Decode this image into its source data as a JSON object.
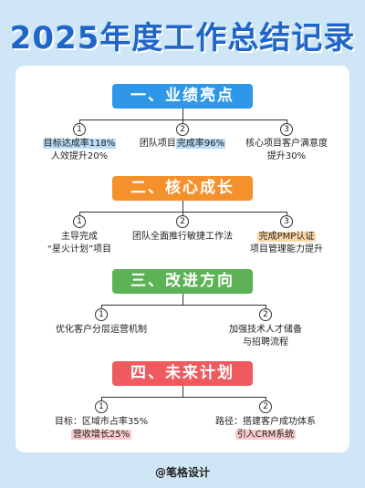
{
  "page_title": "2025年度工作总结记录",
  "sections": [
    {
      "title": "一、业绩亮点",
      "color": "#2e97e8",
      "items": [
        {
          "num": "1",
          "line1_hl": "目标达成率118%",
          "line2": "人效提升20%"
        },
        {
          "num": "2",
          "line1_pre": "团队项目",
          "line1_hl": "完成率96%"
        },
        {
          "num": "3",
          "line1": "核心项目客户满意度",
          "line2": "提升30%"
        }
      ]
    },
    {
      "title": "二、核心成长",
      "color": "#f5912b",
      "items": [
        {
          "num": "1",
          "line1": "主导完成",
          "line2": "“星火计划”项目"
        },
        {
          "num": "2",
          "line1": "团队全面推行敏捷工作法"
        },
        {
          "num": "3",
          "line1_hl": "完成PMP认证",
          "line2": "项目管理能力提升"
        }
      ]
    },
    {
      "title": "三、改进方向",
      "color": "#5cb254",
      "items": [
        {
          "num": "1",
          "line1": "优化客户分层运营机制"
        },
        {
          "num": "2",
          "line1": "加强技术人才储备",
          "line2": "与招聘流程"
        }
      ]
    },
    {
      "title": "四、未来计划",
      "color": "#ef5a5f",
      "items": [
        {
          "num": "1",
          "line1": "目标：区域市占率35%",
          "line2_hl": "营收增长25%"
        },
        {
          "num": "2",
          "line1": "路径：搭建客户成功体系",
          "line2_hl": "引入CRM系统"
        }
      ]
    }
  ],
  "footer": "@笔格设计"
}
